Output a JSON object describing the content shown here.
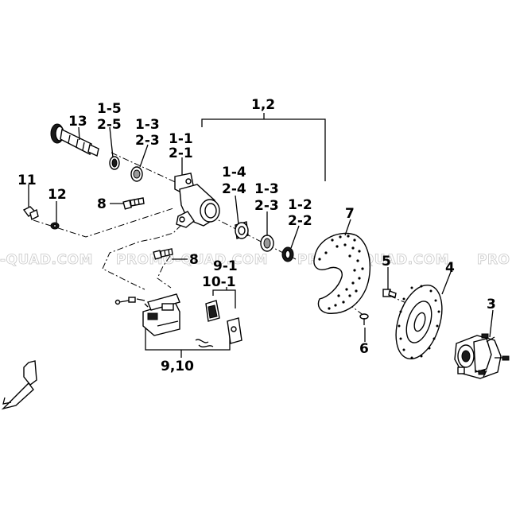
{
  "watermark": {
    "text": "PROMO-QUAD.COM",
    "left_fragment": "-QUAD.COM",
    "right_fragment": "PRO"
  },
  "labels": {
    "p13": "13",
    "p1_5": "1-5",
    "p2_5": "2-5",
    "p1_3a": "1-3",
    "p2_3a": "2-3",
    "p1_1": "1-1",
    "p2_1": "2-1",
    "p1_2group": "1,2",
    "p11": "11",
    "p12": "12",
    "p8a": "8",
    "p1_4": "1-4",
    "p2_4": "2-4",
    "p1_3b": "1-3",
    "p2_3b": "2-3",
    "p1_2": "1-2",
    "p2_2": "2-2",
    "p7": "7",
    "p8b": "8",
    "p9_1": "9-1",
    "p10_1": "10-1",
    "p5": "5",
    "p4": "4",
    "p3": "3",
    "p6": "6",
    "p9_10": "9,10"
  },
  "icons": {
    "front_arrow": "front-direction-arrow-icon"
  }
}
